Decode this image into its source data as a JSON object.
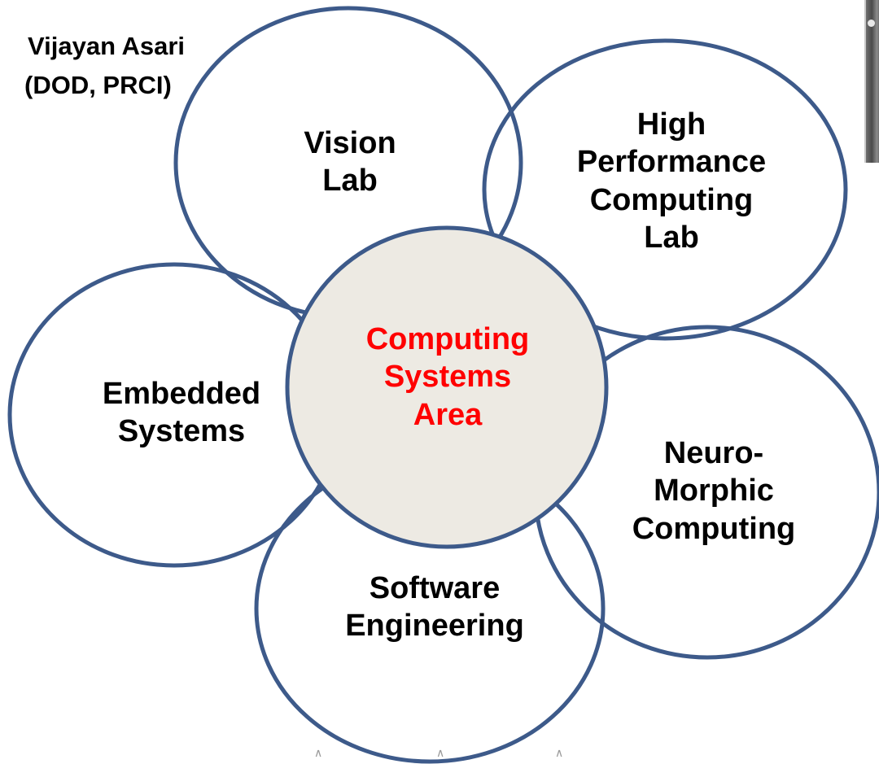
{
  "caption": {
    "name_line": "Vijayan Asari",
    "affiliation_line": "(DOD, PRCI)"
  },
  "center": {
    "label": "Computing\nSystems\nArea",
    "text_color": "#ff0000",
    "fill_color": "#edeae3"
  },
  "petals": [
    {
      "label": "Vision\nLab"
    },
    {
      "label": "High\nPerformance\nComputing\nLab"
    },
    {
      "label": "Embedded\nSystems"
    },
    {
      "label": "Neuro-\nMorphic\nComputing"
    },
    {
      "label": "Software\nEngineering"
    }
  ],
  "colors": {
    "circle_stroke": "#3d5a8a",
    "text": "#000000"
  }
}
